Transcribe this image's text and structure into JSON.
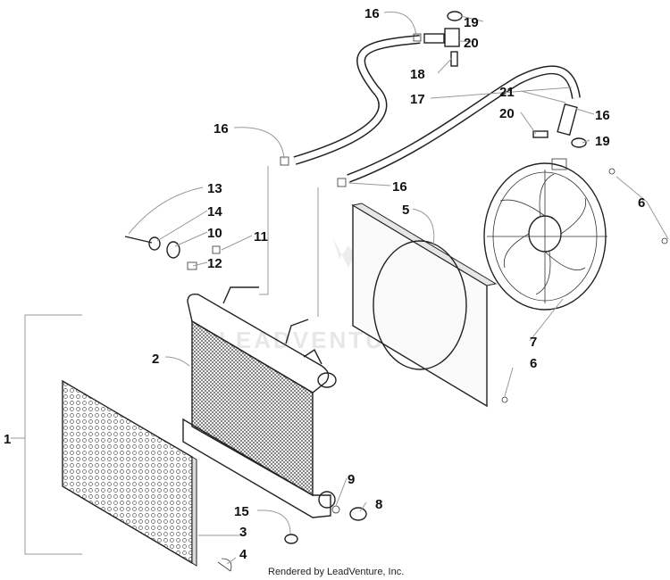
{
  "callouts": [
    "1",
    "2",
    "3",
    "4",
    "5",
    "6",
    "6",
    "7",
    "8",
    "9",
    "10",
    "11",
    "12",
    "13",
    "14",
    "15",
    "16",
    "16",
    "16",
    "16",
    "17",
    "18",
    "19",
    "19",
    "20",
    "20",
    "21"
  ],
  "footer": "Rendered by LeadVenture, Inc."
}
